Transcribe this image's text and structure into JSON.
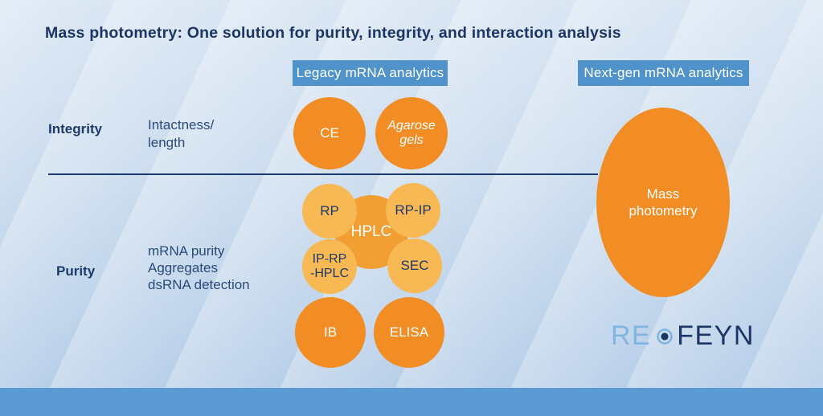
{
  "title": "Mass photometry: One solution for purity, integrity, and interaction analysis",
  "headers": {
    "legacy": "Legacy mRNA analytics",
    "nextgen": "Next-gen mRNA analytics"
  },
  "rows": {
    "integrity": {
      "label": "Integrity",
      "description": "Intactness/\nlength"
    },
    "purity": {
      "label": "Purity",
      "description": "mRNA purity\nAggregates\ndsRNA detection"
    }
  },
  "methods": {
    "ce": "CE",
    "agarose": "Agarose\ngels",
    "hplc": "HPLC",
    "rp": "RP",
    "rp_ip": "RP-IP",
    "ip_rp_hplc": "IP-RP\n-HPLC",
    "sec": "SEC",
    "ib": "IB",
    "elisa": "ELISA",
    "mass_photometry": "Mass\nphotometry"
  },
  "logo": {
    "part1": "RE",
    "part2": "FEYN"
  },
  "colors": {
    "orange_deep": "#F28D25",
    "orange_mid": "#F19E33",
    "orange_light": "#F8B853",
    "navy_text": "#1D3A6D",
    "header_badge_blue": "#4F93CA",
    "footer_bar_blue": "#5B9AD2",
    "logo_light_blue": "#7FB5E1",
    "background_top": "#DAE6F4",
    "background_bottom": "#B5CDE8"
  }
}
